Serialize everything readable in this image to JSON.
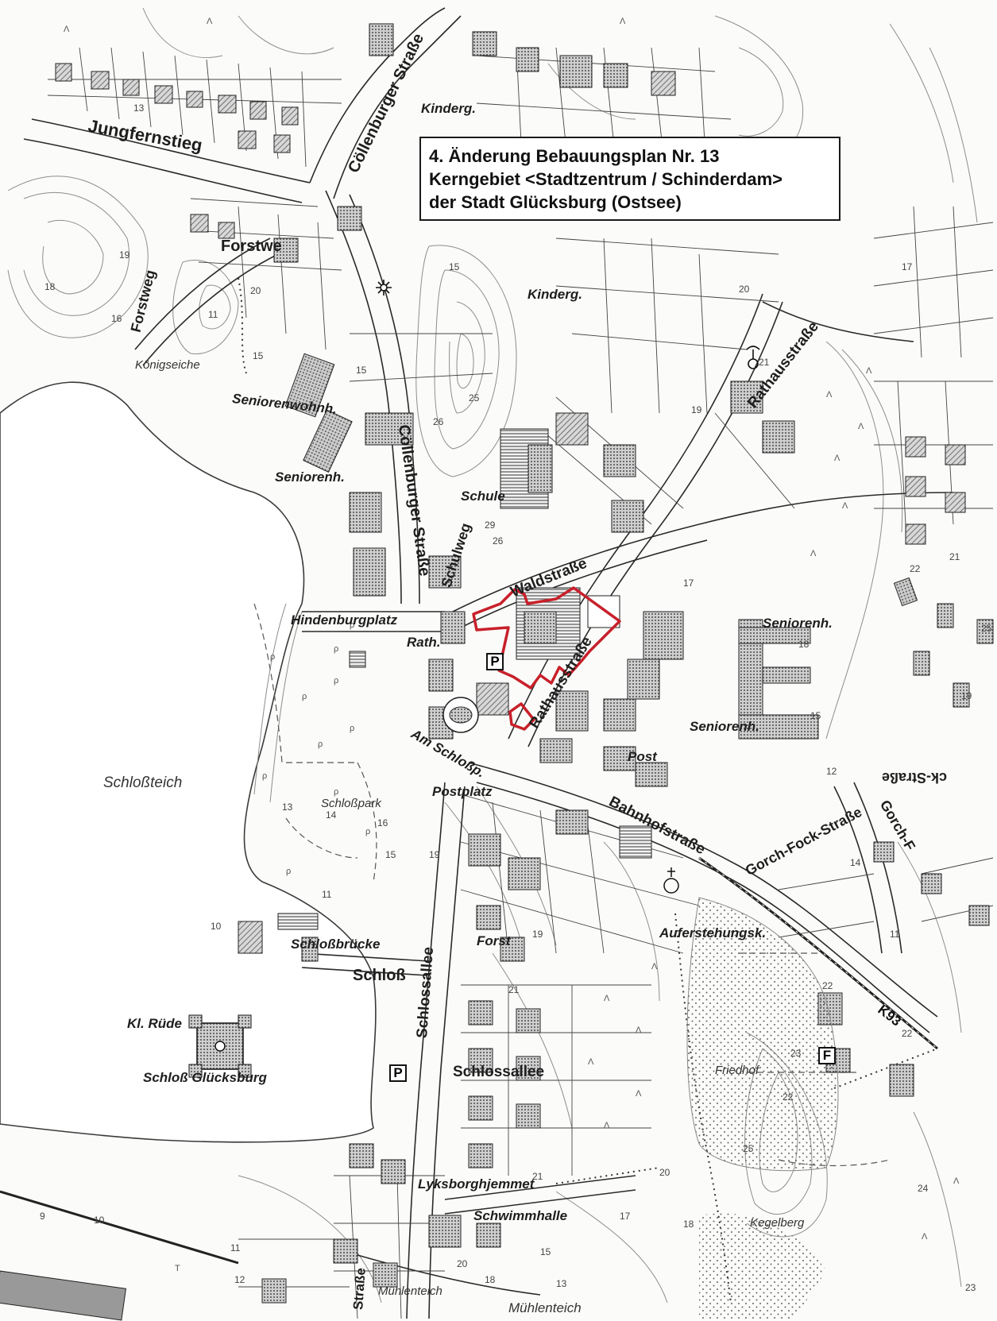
{
  "title_box": {
    "lines": [
      "4. Änderung Bebauungsplan Nr. 13",
      "Kerngebiet <Stadtzentrum / Schinderdam>",
      "der Stadt Glücksburg (Ostsee)"
    ]
  },
  "colors": {
    "plan_outline": "#c8202a",
    "ink": "#1e1e1e",
    "contour": "#8a8a8a",
    "building_fill": "#b9b9b9"
  },
  "labels": {
    "jungfernstieg": "Jungfernstieg",
    "coellenburger_north": "Cöllenburger Straße",
    "coellenburger_mid": "Cöllenburger Straße",
    "forstweg_west": "Forstweg",
    "forstweg_east": "Forstwe",
    "koenigseiche": "Königseiche",
    "seniorenwohnh": "Seniorenwohnh.",
    "seniorenh_west": "Seniorenh.",
    "kinderg_north": "Kinderg.",
    "kinderg_mid": "Kinderg.",
    "schule": "Schule",
    "schulweg": "Schulweg",
    "waldstrasse": "Waldstraße",
    "hindenburgplatz": "Hindenburgplatz",
    "rath": "Rath.",
    "rathausstrasse_north": "Rathausstraße",
    "rathausstrasse_south": "Rathausstraße",
    "seniorenh_east": "Seniorenh.",
    "seniorenh_south": "Seniorenh.",
    "am_schlossp": "Am Schloßp.",
    "postplatz": "Postplatz",
    "post": "Post",
    "schlossteich": "Schloßteich",
    "schlosspark": "Schloßpark",
    "bahnhofstrasse": "Bahnhofstraße",
    "gorch_fock_strasse": "Gorch-Fock-Straße",
    "gorch_fock_2": "Gorch-F",
    "gorch_fock_3": "ck-Straße",
    "schlossbruecke": "Schloßbrücke",
    "schloss": "Schloß",
    "forst": "Forst",
    "auferstehungsk": "Auferstehungsk.",
    "kl_ruede": "Kl. Rüde",
    "schloss_gluecksburg": "Schloß Glücksburg",
    "schlossallee_vertical": "Schlossallee",
    "schlossallee_horizontal": "Schlossallee",
    "friedhof": "Friedhof",
    "lyksborghjemmet": "Lyksborghjemmet",
    "schwimmhalle": "Schwimmhalle",
    "kegelberg": "Kegelberg",
    "muehlenteich_1": "Mühlenteich",
    "muehlenteich_2": "Mühlenteich",
    "strasse_bottom": "Straße",
    "road_k93": "K93"
  },
  "symbols": {
    "parking": "P",
    "fire_station": "F"
  },
  "elevations": [
    "13",
    "15",
    "17",
    "19",
    "20",
    "21",
    "22",
    "23",
    "24",
    "25",
    "26",
    "16",
    "18",
    "12",
    "11",
    "14",
    "10"
  ],
  "icons": [
    "sun-monument-icon",
    "radio-mast-icon",
    "church-icon",
    "castle-icon"
  ]
}
